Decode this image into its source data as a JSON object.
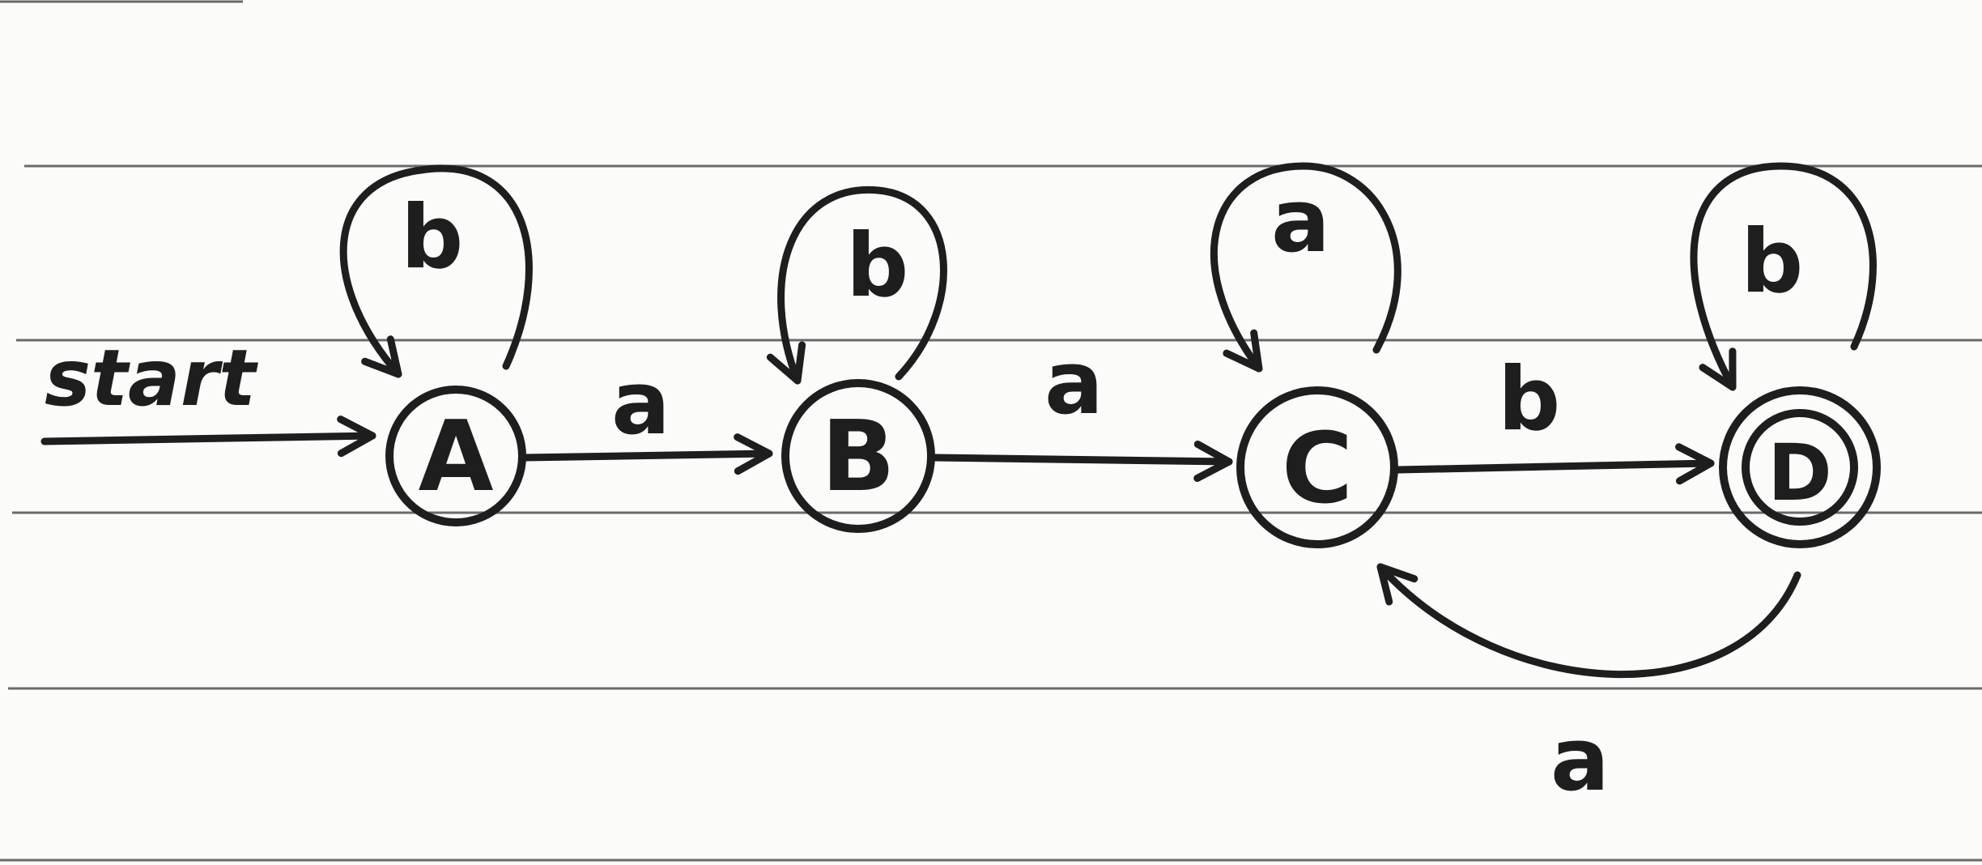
{
  "diagram": {
    "start_label": "start",
    "states": [
      {
        "id": "A",
        "label": "A",
        "accepting": false
      },
      {
        "id": "B",
        "label": "B",
        "accepting": false
      },
      {
        "id": "C",
        "label": "C",
        "accepting": false
      },
      {
        "id": "D",
        "label": "D",
        "accepting": true
      }
    ],
    "transitions": [
      {
        "from": "A",
        "to": "A",
        "label": "b"
      },
      {
        "from": "A",
        "to": "B",
        "label": "a"
      },
      {
        "from": "B",
        "to": "B",
        "label": "b"
      },
      {
        "from": "B",
        "to": "C",
        "label": "a"
      },
      {
        "from": "C",
        "to": "C",
        "label": "a"
      },
      {
        "from": "C",
        "to": "D",
        "label": "b"
      },
      {
        "from": "D",
        "to": "D",
        "label": "b"
      },
      {
        "from": "D",
        "to": "C",
        "label": "a"
      }
    ]
  }
}
